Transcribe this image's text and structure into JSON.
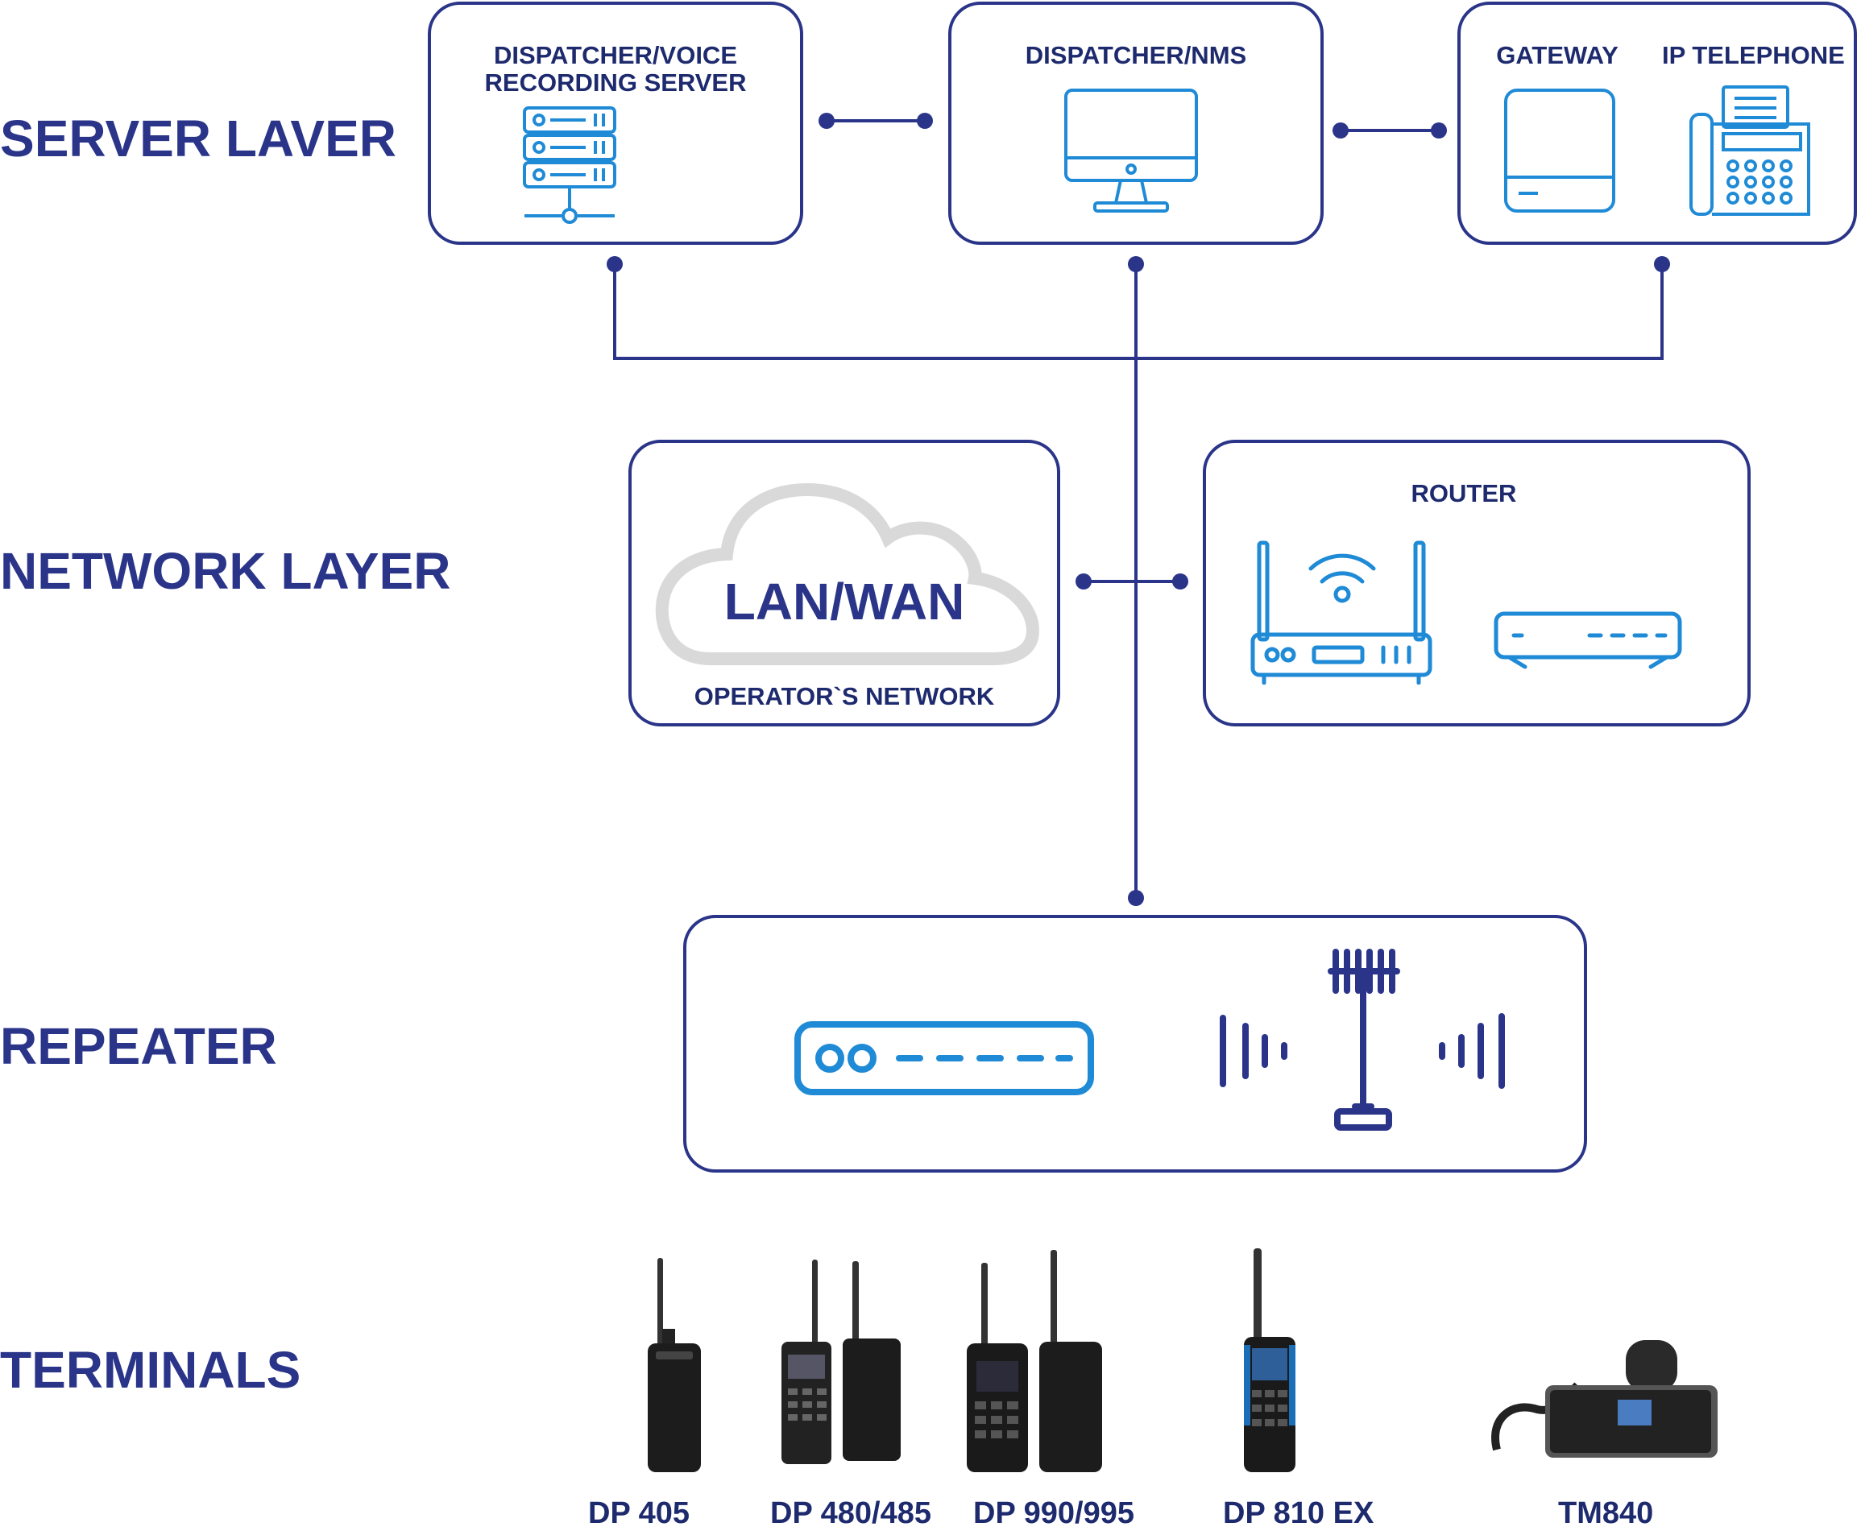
{
  "layers": {
    "server": "SERVER LAVER",
    "network": "NETWORK LAYER",
    "repeater": "REPEATER",
    "terminals": "TERMINALS"
  },
  "server_boxes": {
    "recording": {
      "line1": "DISPATCHER/VOICE",
      "line2": "RECORDING SERVER",
      "icon": "server-rack-icon"
    },
    "nms": {
      "title": "DISPATCHER/NMS",
      "icon": "monitor-icon"
    },
    "gateway": {
      "title": "GATEWAY",
      "icon": "gateway-box-icon"
    },
    "telephone": {
      "title": "IP TELEPHONE",
      "icon": "fax-phone-icon"
    }
  },
  "network_boxes": {
    "cloud": {
      "title": "LAN/WAN",
      "subtitle": "OPERATOR`S NETWORK",
      "icon": "cloud-icon"
    },
    "router": {
      "title": "ROUTER",
      "icon": "wifi-router-icon"
    }
  },
  "repeater_box": {
    "icons": [
      "repeater-device-icon",
      "antenna-tower-icon"
    ]
  },
  "terminals": [
    {
      "label": "DP  405"
    },
    {
      "label": "DP  480/485"
    },
    {
      "label": "DP  990/995"
    },
    {
      "label": "DP  810 EX"
    },
    {
      "label": "TM840"
    }
  ],
  "colors": {
    "navy": "#2a3589",
    "blue": "#1f8ad6",
    "cloud_gray": "#d9d9d9"
  }
}
